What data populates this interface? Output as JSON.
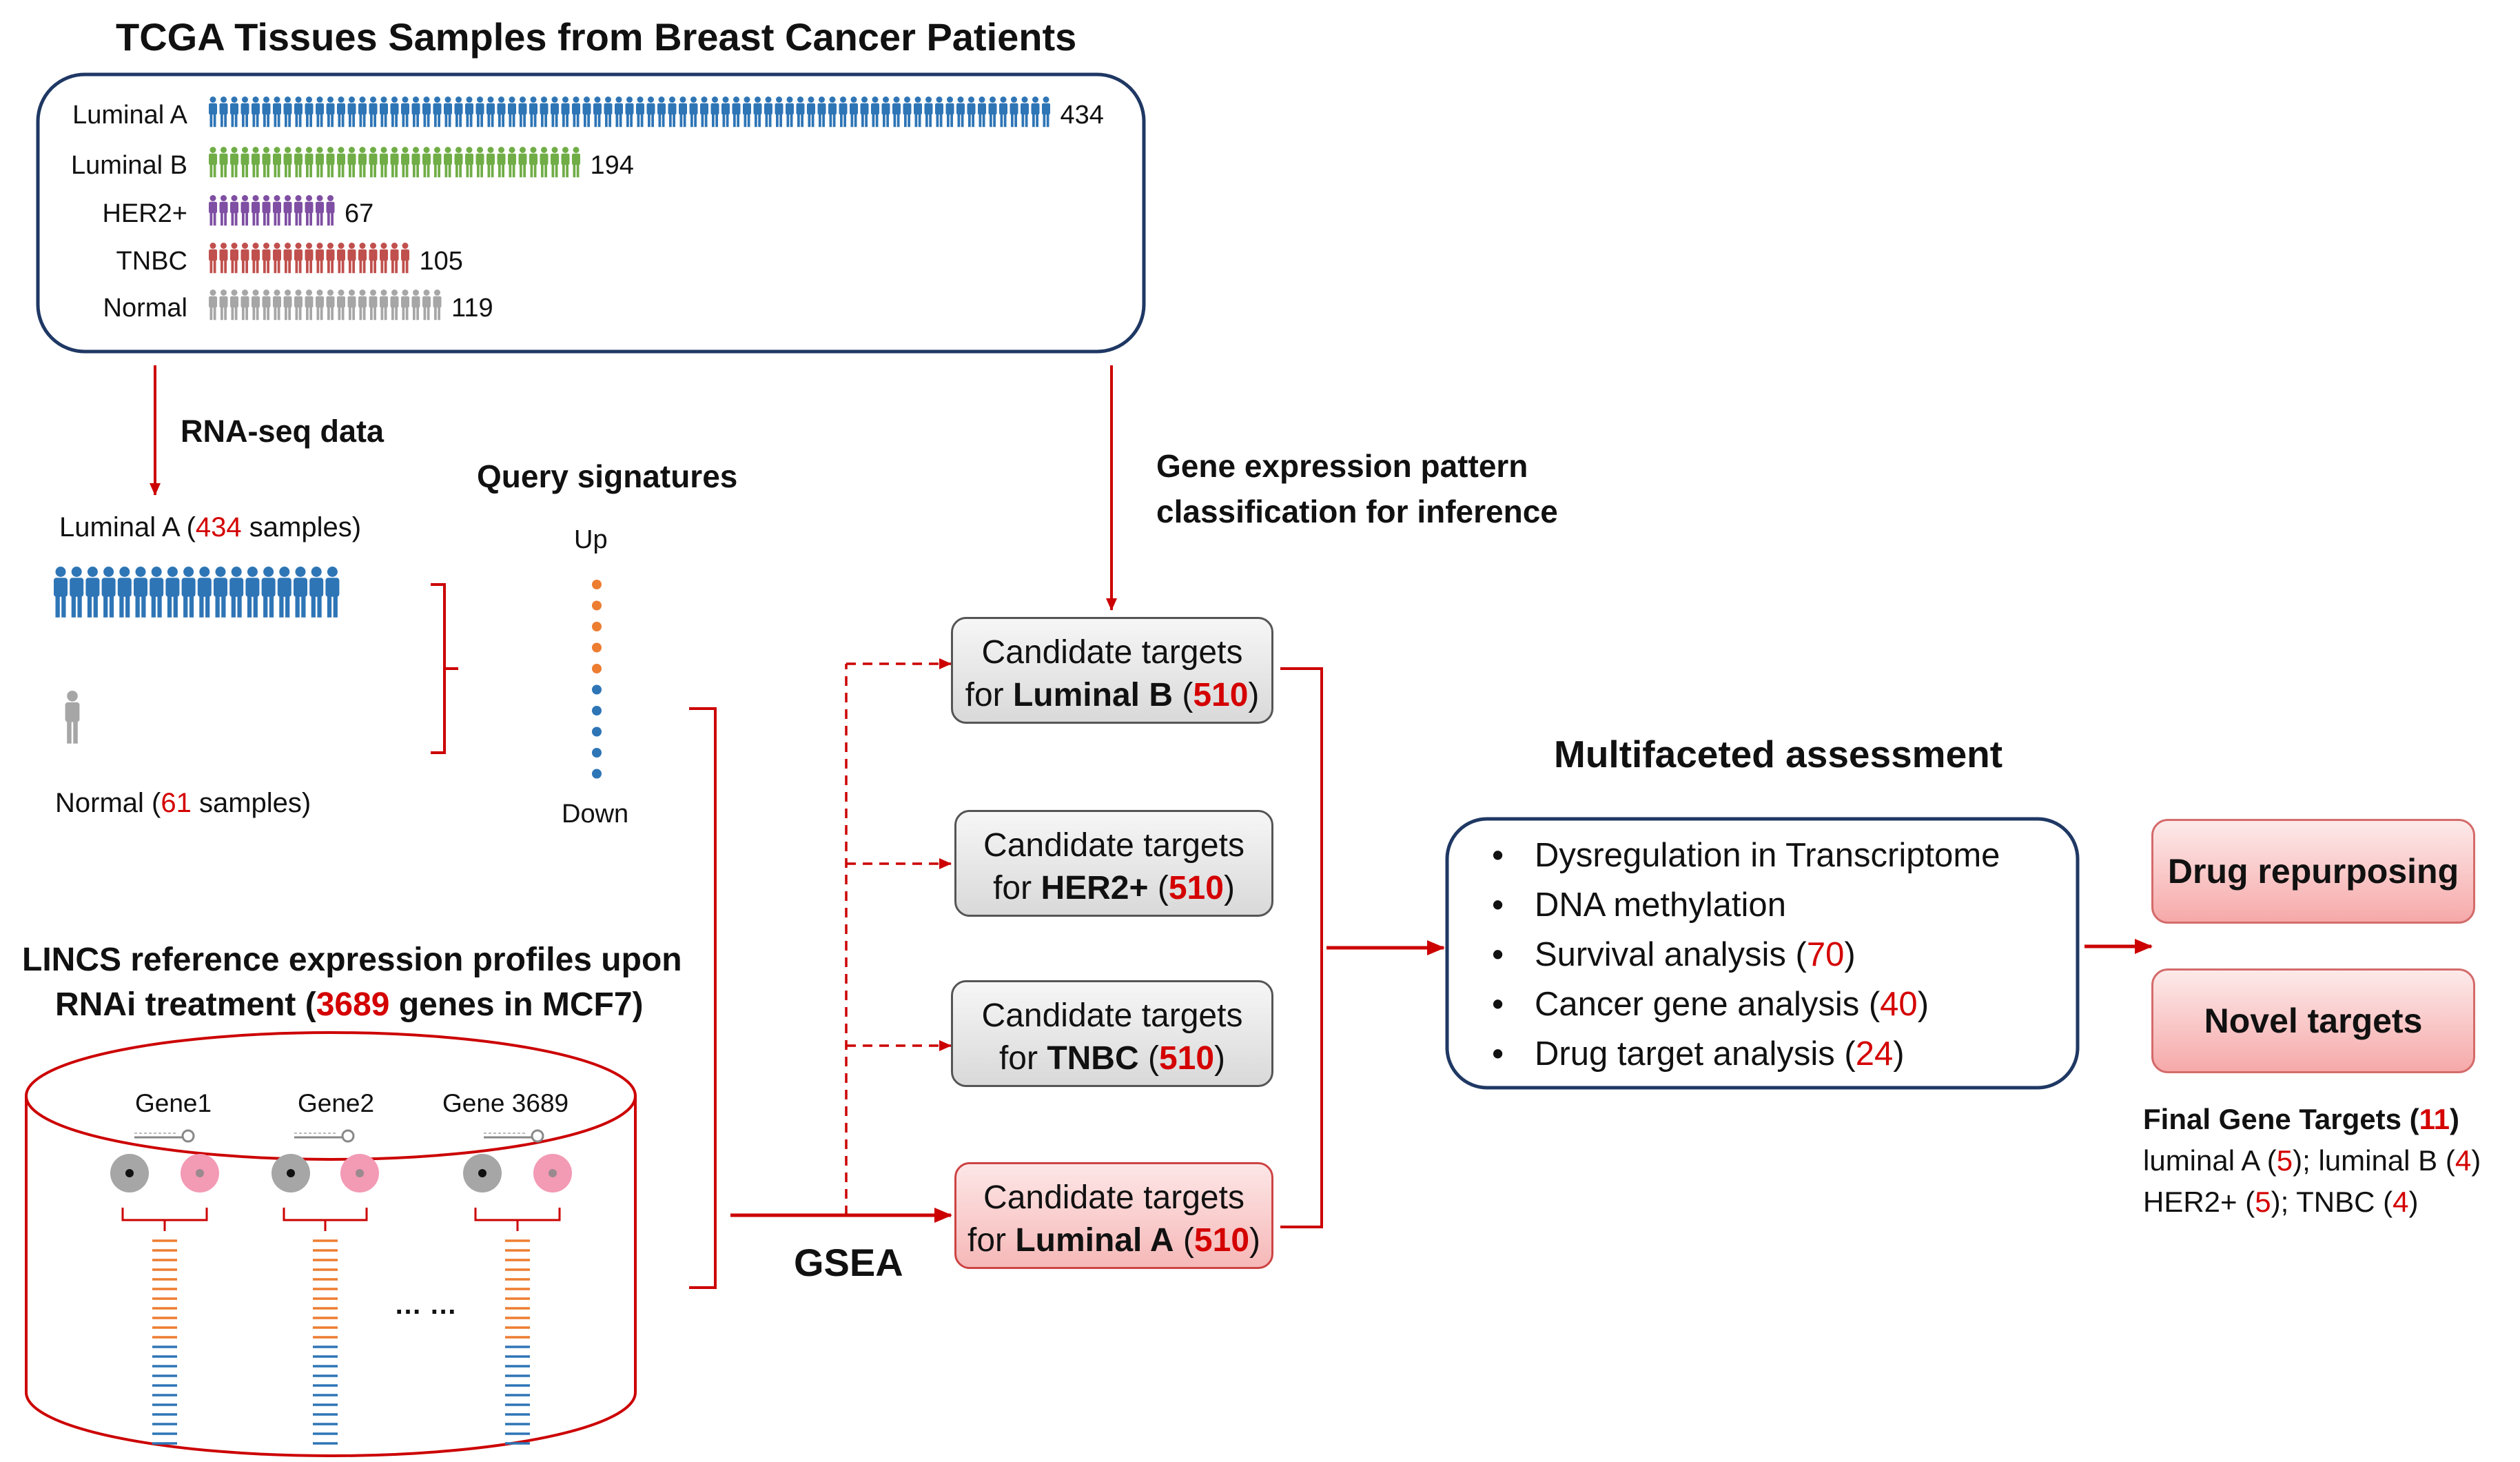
{
  "tcga": {
    "title": "TCGA Tissues Samples from Breast Cancer Patients",
    "subtypes": [
      {
        "label": "Luminal A",
        "count": 434,
        "count_text": "434",
        "color": "#2e75b6"
      },
      {
        "label": "Luminal B",
        "count": 194,
        "count_text": "194",
        "color": "#70ad47"
      },
      {
        "label": "HER2+",
        "count": 67,
        "count_text": "67",
        "color": "#7f4fa3"
      },
      {
        "label": "TNBC",
        "count": 105,
        "count_text": "105",
        "color": "#c0504d"
      },
      {
        "label": "Normal",
        "count": 119,
        "count_text": "119",
        "color": "#a6a6a6"
      }
    ]
  },
  "rnaseq": {
    "label": "RNA-seq data",
    "luminal_a": {
      "prefix": "Luminal A (",
      "number": "434",
      "suffix": " samples)"
    },
    "normal": {
      "prefix": "Normal (",
      "number": "61",
      "suffix": " samples)"
    }
  },
  "query": {
    "title": "Query signatures",
    "up_label": "Up",
    "down_label": "Down",
    "up_color": "#ed7d31",
    "down_color": "#2e75b6"
  },
  "lincs": {
    "title_line1": "LINCS reference expression profiles upon",
    "title_line2_prefix": "RNAi treatment (",
    "title_line2_number": "3689",
    "title_line2_suffix": " genes in MCF7)",
    "genes": [
      "Gene1",
      "Gene2",
      "Gene 3689"
    ],
    "ellipsis": "… …"
  },
  "gsea": {
    "label": "GSEA"
  },
  "inference": {
    "line1": "Gene expression pattern",
    "line2": "classification for inference"
  },
  "candidates": [
    {
      "line1": "Candidate targets",
      "prefix": "for ",
      "subtype": "Luminal B",
      "open": " (",
      "count": "510",
      "close": ")",
      "style": "gray"
    },
    {
      "line1": "Candidate targets",
      "prefix": "for ",
      "subtype": "HER2+",
      "open": " (",
      "count": "510",
      "close": ")",
      "style": "gray"
    },
    {
      "line1": "Candidate targets",
      "prefix": "for ",
      "subtype": "TNBC",
      "open": " (",
      "count": "510",
      "close": ")",
      "style": "gray"
    },
    {
      "line1": "Candidate targets",
      "prefix": "for ",
      "subtype": "Luminal A",
      "open": " (",
      "count": "510",
      "close": ")",
      "style": "pink"
    }
  ],
  "assessment": {
    "title": "Multifaceted assessment",
    "items": [
      {
        "text": "Dysregulation in Transcriptome",
        "open": "",
        "num": "",
        "close": ""
      },
      {
        "text": "DNA methylation",
        "open": "",
        "num": "",
        "close": ""
      },
      {
        "text": "Survival analysis ",
        "open": "(",
        "num": "70",
        "close": ")"
      },
      {
        "text": "Cancer gene analysis ",
        "open": "(",
        "num": "40",
        "close": ")"
      },
      {
        "text": "Drug target analysis ",
        "open": "(",
        "num": "24",
        "close": ")"
      }
    ]
  },
  "outputs": {
    "drug_repurposing": "Drug repurposing",
    "novel_targets": "Novel targets"
  },
  "final": {
    "title_prefix": "Final Gene Targets (",
    "title_num": "11",
    "title_suffix": ")",
    "line1": {
      "a": "luminal A (",
      "a_num": "5",
      "b": "); luminal B (",
      "b_num": "4",
      "c": ")"
    },
    "line2": {
      "a": "HER2+ (",
      "a_num": "5",
      "b": "); TNBC (",
      "b_num": "4",
      "c": ")"
    }
  },
  "colors": {
    "accent_red": "#d40000",
    "frame_blue": "#1f3864",
    "arrow_red": "#cc0000"
  }
}
